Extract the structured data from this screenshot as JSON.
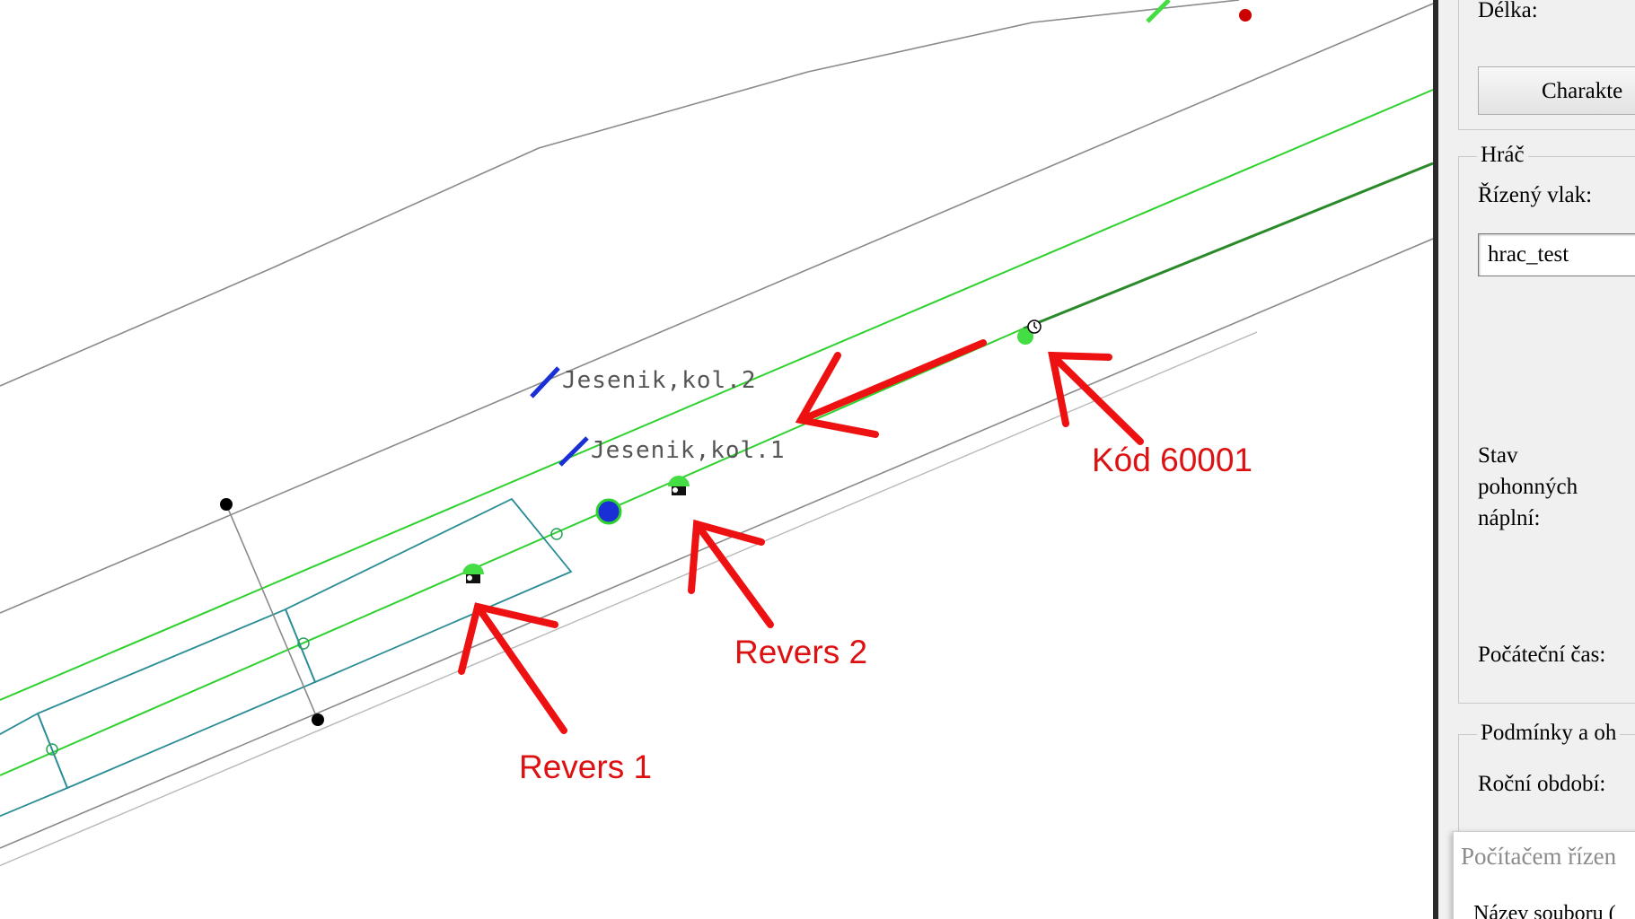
{
  "map": {
    "labels": {
      "jesenik_2": "Jesenik,kol.2",
      "jesenik_1": "Jesenik,kol.1"
    },
    "colors": {
      "track_green": "#2fd12f",
      "track_gray": "#8a8a8a",
      "platform_teal": "#2a8c95",
      "marker_blue": "#1a2fd6",
      "arrow_red": "#ee1111"
    }
  },
  "annotations": {
    "code": "Kód 60001",
    "revers_2": "Revers 2",
    "revers_1": "Revers 1"
  },
  "panel": {
    "length_label": "Délka:",
    "characteristics_button": "Charakte",
    "player_group": {
      "title": "Hráč",
      "controlled_train_label": "Řízený vlak:",
      "controlled_train_value": "hrac_test",
      "fuel_state_label_l1": "Stav",
      "fuel_state_label_l2": "pohonných",
      "fuel_state_label_l3": "náplní:",
      "start_time_label": "Počáteční čas:"
    },
    "conditions_group": {
      "title": "Podmínky a oh",
      "season_label": "Roční období:"
    },
    "popup": {
      "computer_controlled": "Počítačem řízen",
      "file_name": "Název souboru ("
    }
  }
}
